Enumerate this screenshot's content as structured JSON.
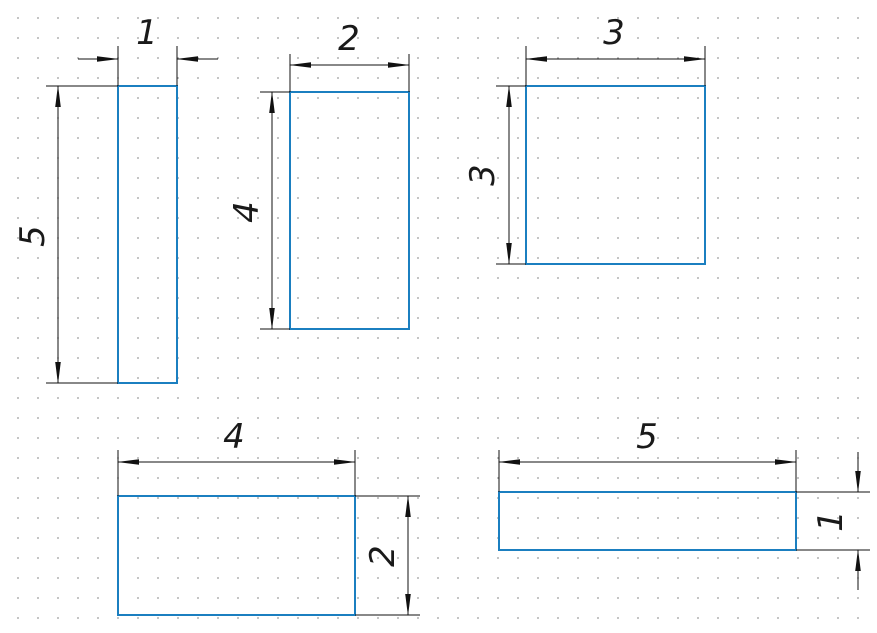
{
  "colors": {
    "rect_stroke": "#1b7fc0",
    "dim_line": "#111111",
    "grid_dot": "#9a9a9a"
  },
  "figures": [
    {
      "id": "rect-1x5",
      "width_label": "1",
      "height_label": "5"
    },
    {
      "id": "rect-2x4",
      "width_label": "2",
      "height_label": "4"
    },
    {
      "id": "rect-3x3",
      "width_label": "3",
      "height_label": "3"
    },
    {
      "id": "rect-4x2",
      "width_label": "4",
      "height_label": "2"
    },
    {
      "id": "rect-5x1",
      "width_label": "5",
      "height_label": "1"
    }
  ]
}
